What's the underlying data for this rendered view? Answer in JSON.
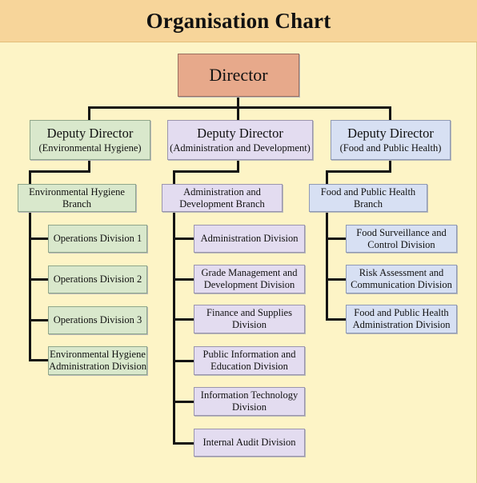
{
  "title": "Organisation Chart",
  "director": "Director",
  "deputies": [
    {
      "title": "Deputy Director",
      "subtitle": "(Environmental Hygiene)"
    },
    {
      "title": "Deputy Director",
      "subtitle": "(Administration and Development)"
    },
    {
      "title": "Deputy Director",
      "subtitle": "(Food and Public Health)"
    }
  ],
  "branches": [
    {
      "line1": "Environmental Hygiene",
      "line2": "Branch"
    },
    {
      "line1": "Administration and",
      "line2": "Development Branch"
    },
    {
      "line1": "Food and Public Health",
      "line2": "Branch"
    }
  ],
  "divisions": {
    "environmental_hygiene": [
      {
        "line1": "Operations Division 1",
        "line2": ""
      },
      {
        "line1": "Operations Division 2",
        "line2": ""
      },
      {
        "line1": "Operations Division 3",
        "line2": ""
      },
      {
        "line1": "Environmental Hygiene",
        "line2": "Administration Division"
      }
    ],
    "administration_development": [
      {
        "line1": "Administration Division",
        "line2": ""
      },
      {
        "line1": "Grade Management and",
        "line2": "Development Division"
      },
      {
        "line1": "Finance and Supplies",
        "line2": "Division"
      },
      {
        "line1": "Public Information and",
        "line2": "Education Division"
      },
      {
        "line1": "Information Technology",
        "line2": "Division"
      },
      {
        "line1": "Internal Audit Division",
        "line2": ""
      }
    ],
    "food_public_health": [
      {
        "line1": "Food Surveillance and",
        "line2": "Control Division"
      },
      {
        "line1": "Risk Assessment and",
        "line2": "Communication Division"
      },
      {
        "line1": "Food and Public Health",
        "line2": "Administration Division"
      }
    ]
  },
  "colors": {
    "background": "#fdf4c6",
    "title_bar": "#f7d59a",
    "director": "#e7a98b",
    "environmental_hygiene": "#d9e8cc",
    "administration_development": "#e3dcf0",
    "food_public_health": "#d7e0f3",
    "connector": "#141414"
  }
}
